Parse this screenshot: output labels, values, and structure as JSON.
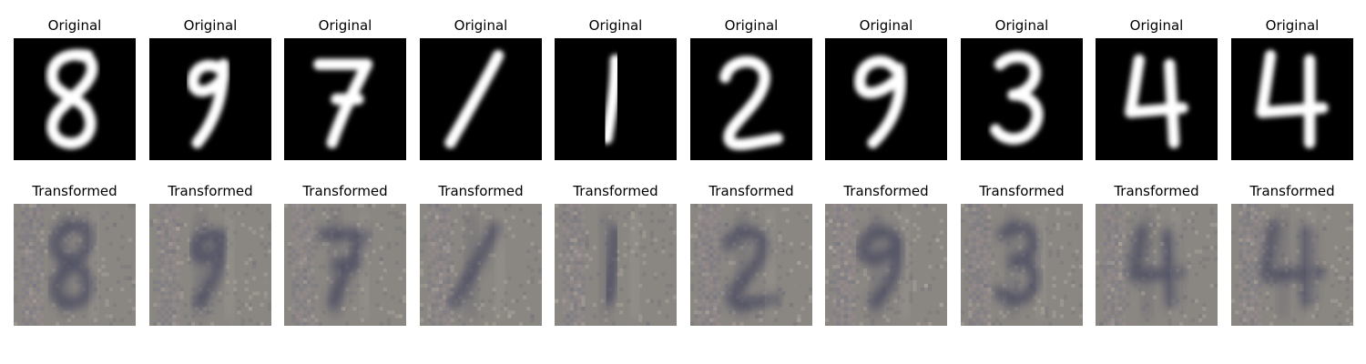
{
  "figure": {
    "rows": [
      {
        "row_name": "original-row",
        "panels": [
          {
            "title": "Original",
            "digit": "8"
          },
          {
            "title": "Original",
            "digit": "9"
          },
          {
            "title": "Original",
            "digit": "7"
          },
          {
            "title": "Original",
            "digit": "1"
          },
          {
            "title": "Original",
            "digit": "1"
          },
          {
            "title": "Original",
            "digit": "2"
          },
          {
            "title": "Original",
            "digit": "9"
          },
          {
            "title": "Original",
            "digit": "3"
          },
          {
            "title": "Original",
            "digit": "4"
          },
          {
            "title": "Original",
            "digit": "4"
          }
        ],
        "colors": {
          "background": "#000000",
          "stroke": "#ffffff"
        }
      },
      {
        "row_name": "transformed-row",
        "panels": [
          {
            "title": "Transformed"
          },
          {
            "title": "Transformed"
          },
          {
            "title": "Transformed"
          },
          {
            "title": "Transformed"
          },
          {
            "title": "Transformed"
          },
          {
            "title": "Transformed"
          },
          {
            "title": "Transformed"
          },
          {
            "title": "Transformed"
          },
          {
            "title": "Transformed"
          },
          {
            "title": "Transformed"
          }
        ],
        "colors": {
          "base": "#8a8682",
          "dark": "#3d3f5a",
          "light": "#b8b2a6"
        }
      }
    ]
  }
}
